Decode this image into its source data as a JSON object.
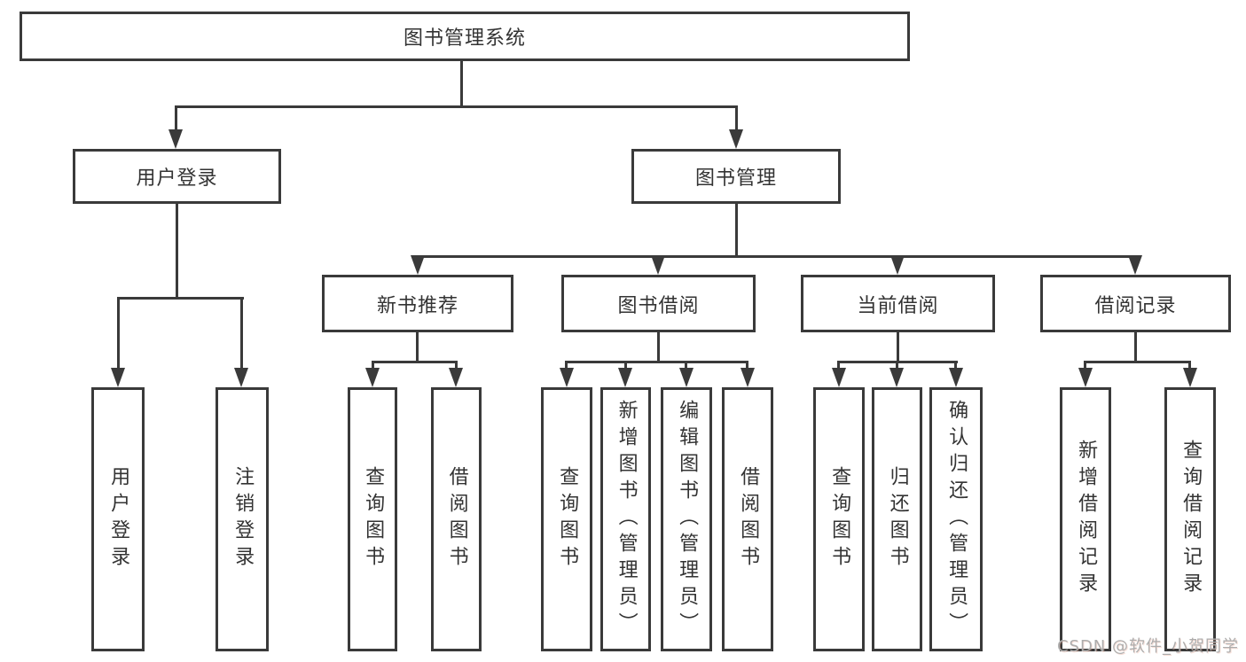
{
  "diagram": {
    "root": {
      "label": "图书管理系统"
    },
    "level1": [
      {
        "id": "user-login",
        "label": "用户登录"
      },
      {
        "id": "book-management",
        "label": "图书管理"
      }
    ],
    "level2": [
      {
        "id": "new-book-recommend",
        "parent": "book-management",
        "label": "新书推荐"
      },
      {
        "id": "book-borrow",
        "parent": "book-management",
        "label": "图书借阅"
      },
      {
        "id": "current-borrow",
        "parent": "book-management",
        "label": "当前借阅"
      },
      {
        "id": "borrow-records",
        "parent": "book-management",
        "label": "借阅记录"
      }
    ],
    "level3": [
      {
        "parent": "user-login",
        "label": "用户登录"
      },
      {
        "parent": "user-login",
        "label": "注销登录"
      },
      {
        "parent": "new-book-recommend",
        "label": "查询图书"
      },
      {
        "parent": "new-book-recommend",
        "label": "借阅图书"
      },
      {
        "parent": "book-borrow",
        "label": "查询图书"
      },
      {
        "parent": "book-borrow",
        "label": "新增图书（管理员）"
      },
      {
        "parent": "book-borrow",
        "label": "编辑图书（管理员）"
      },
      {
        "parent": "book-borrow",
        "label": "借阅图书"
      },
      {
        "parent": "current-borrow",
        "label": "查询图书"
      },
      {
        "parent": "current-borrow",
        "label": "归还图书"
      },
      {
        "parent": "current-borrow",
        "label": "确认归还（管理员）"
      },
      {
        "parent": "borrow-records",
        "label": "新增借阅记录"
      },
      {
        "parent": "borrow-records",
        "label": "查询借阅记录"
      }
    ]
  },
  "watermark": {
    "text": "CSDN @软件_小贺同学"
  },
  "colors": {
    "line": "#3a3a3a",
    "text": "#333333",
    "watermark": "#adadad",
    "background": "#ffffff"
  }
}
